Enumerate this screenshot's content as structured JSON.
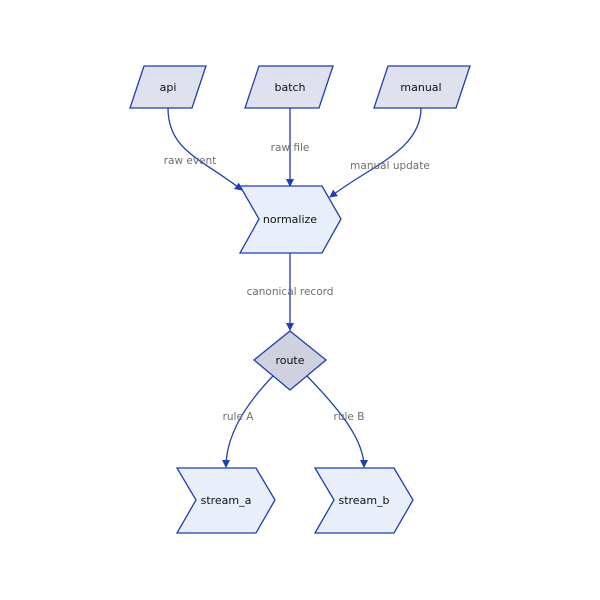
{
  "colors": {
    "stroke": "#1f3fae",
    "input_fill": "#dfe1ef",
    "process_fill": "#e9eefb",
    "decision_fill": "#cfd1df",
    "edge_label": "#6e6e6e"
  },
  "nodes": {
    "api": "api",
    "batch": "batch",
    "manual": "manual",
    "normalize": "normalize",
    "route": "route",
    "stream_a": "stream_a",
    "stream_b": "stream_b"
  },
  "edges": {
    "api_to_normalize": "raw event",
    "batch_to_normalize": "raw file",
    "manual_to_normalize": "manual update",
    "normalize_to_route": "canonical record",
    "route_to_stream_a": "rule A",
    "route_to_stream_b": "rule B"
  }
}
